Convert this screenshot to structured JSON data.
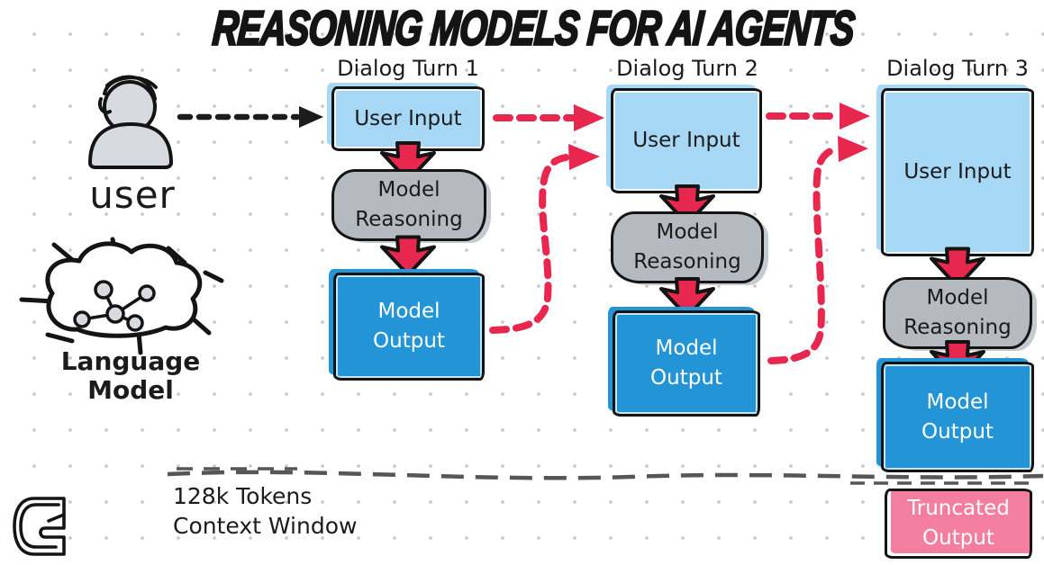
{
  "title": "REASONING MODELS FOR AI AGENTS",
  "actors": {
    "user": {
      "label": "user",
      "icon": "user-person-icon"
    },
    "language_model": {
      "label_line1": "Language",
      "label_line2": "Model",
      "icon": "cloud-network-icon"
    }
  },
  "columns": [
    {
      "header": "Dialog Turn 1",
      "user_input": "User Input",
      "reasoning": "Model Reasoning",
      "output": "Model Output"
    },
    {
      "header": "Dialog Turn 2",
      "user_input": "User Input",
      "reasoning": "Model Reasoning",
      "output": "Model Output"
    },
    {
      "header": "Dialog Turn 3",
      "user_input": "User Input",
      "reasoning": "Model Reasoning",
      "output": "Model Output"
    }
  ],
  "context_window": {
    "label_line1": "128k Tokens",
    "label_line2": "Context Window"
  },
  "truncated_output": {
    "label": "Truncated Output"
  },
  "branding": {
    "logo": "g-logo-icon"
  },
  "flow": {
    "user_to_turn1": "black-dashed-arrow",
    "turn1_input_to_turn2_input": "red-dashed-arrow",
    "turn1_output_to_turn2_input": "red-dashed-elbow-arrow",
    "turn2_input_to_turn3_input": "red-dashed-arrow",
    "turn2_output_to_turn3_input": "red-dashed-elbow-arrow",
    "box_to_box": "red-down-arrow"
  },
  "colors": {
    "ink": "#1b1b1b",
    "user_input_fill": "#a6d8f5",
    "output_fill": "#2394d6",
    "reasoning_fill": "#b4bac0",
    "arrow_red": "#e8274e",
    "truncated_fill": "#f47e9f",
    "actor_gray": "#d7dbdf",
    "context_line": "#565656",
    "dot_grid": "#c9c9c9"
  }
}
